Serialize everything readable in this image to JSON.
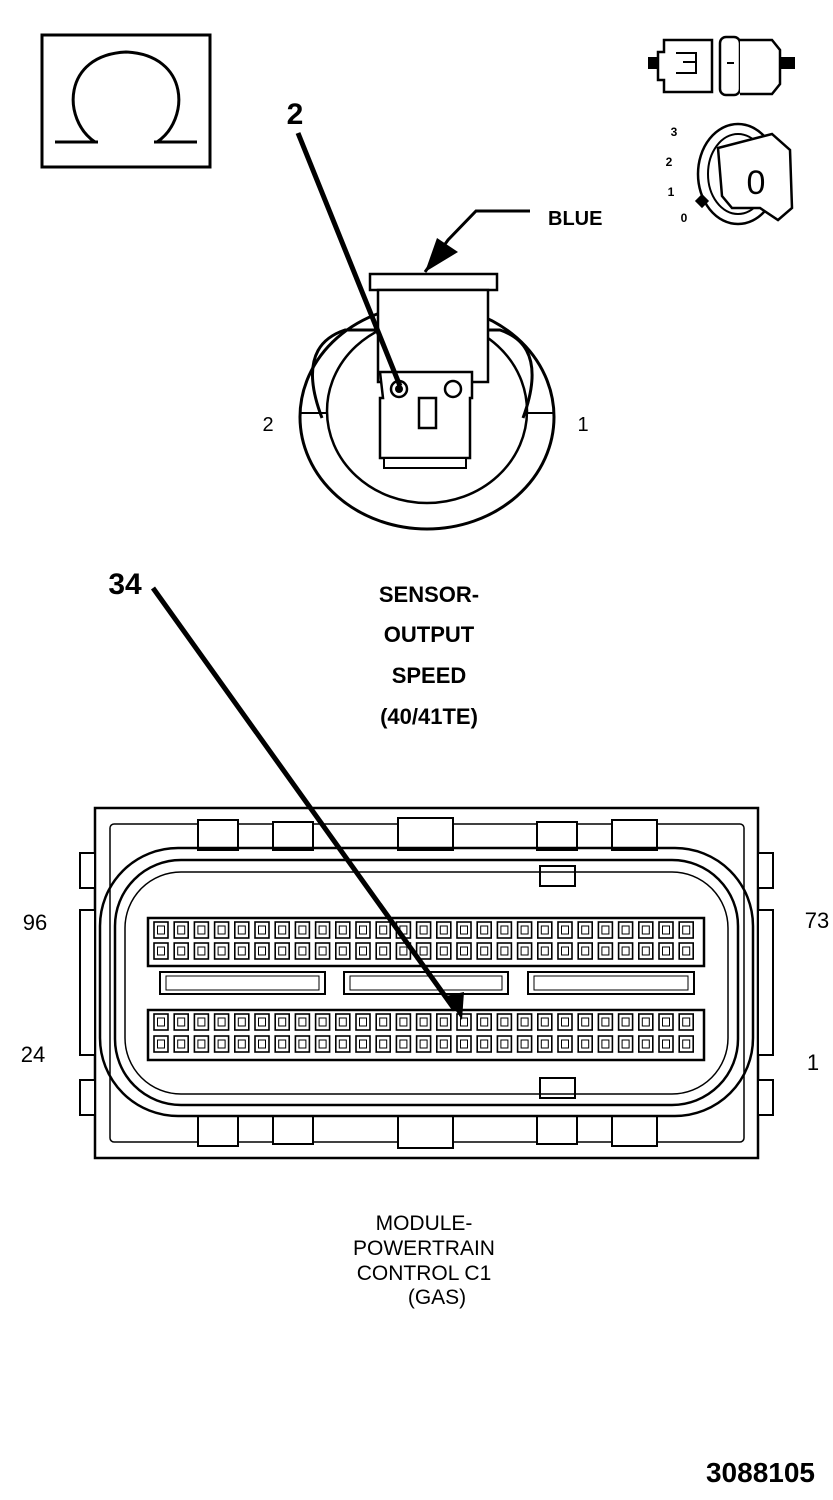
{
  "icons": {
    "ohm_meter": "ohm-meter-icon",
    "disconnect": "connector-disconnect-icon",
    "ignition": "ignition-switch-icon"
  },
  "ignition": {
    "positions": [
      "3",
      "2",
      "1",
      "0"
    ],
    "key_label": "0"
  },
  "sensor": {
    "callout": "2",
    "wire_color": "BLUE",
    "pin_left": "2",
    "pin_right": "1",
    "title": [
      "SENSOR-",
      "OUTPUT",
      "SPEED",
      "(40/41TE)"
    ]
  },
  "module": {
    "callout": "34",
    "pin_labels": {
      "top_left": "96",
      "top_right": "73",
      "bottom_left": "24",
      "bottom_right": "1"
    },
    "title": [
      "MODULE-",
      "POWERTRAIN",
      "CONTROL C1",
      "(GAS)"
    ]
  },
  "figure_id": "3088105"
}
